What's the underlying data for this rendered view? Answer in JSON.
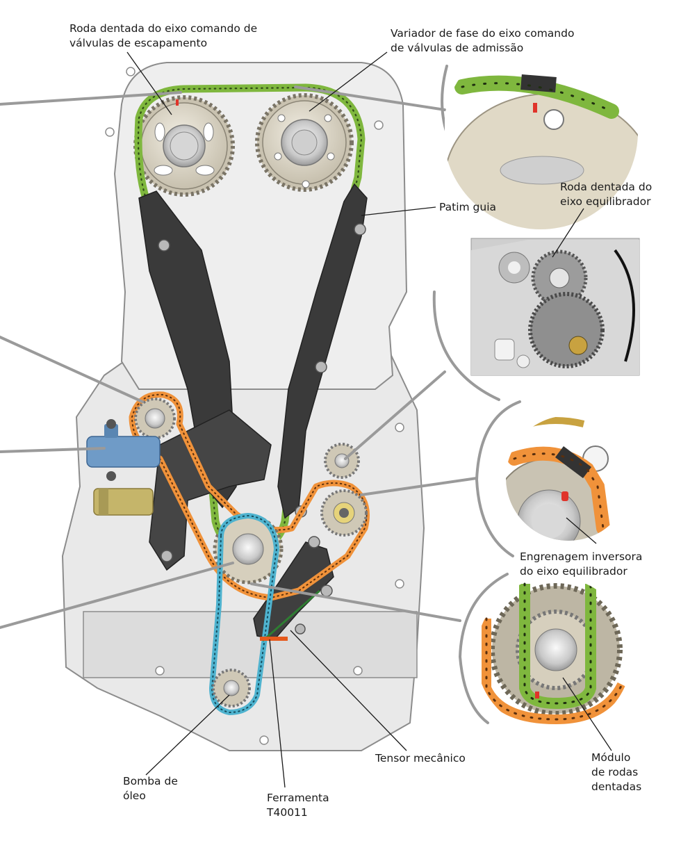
{
  "labels": {
    "exhaust_sprocket": [
      "Roda dentada do eixo comando de",
      "válvulas de escapamento"
    ],
    "intake_phaser": [
      "Variador de fase do eixo comando",
      "de válvulas de admissão"
    ],
    "guide_rail": [
      "Patim guia"
    ],
    "balance_sprocket": [
      "Roda dentada do",
      "eixo equilibrador"
    ],
    "reverse_gear": [
      "Engrenagem inversora",
      "do eixo equilibrador"
    ],
    "tensioner": [
      "Tensor mecânico"
    ],
    "sprocket_module": [
      "Módulo",
      "de rodas",
      "dentadas"
    ],
    "tool": [
      "Ferramenta",
      "T40011"
    ],
    "oil_pump": [
      "Bomba de",
      "óleo"
    ]
  },
  "colors": {
    "engine_block": "#e9e9e9",
    "outline": "#8c8c8c",
    "timing_chain": "#7fb73e",
    "balance_chain": "#f0923a",
    "oil_pump_chain": "#4fb3cf",
    "guide_rails": "#3a3a3a",
    "sprockets": "#d8d3c6",
    "tensioner_body": "#6f9bc7",
    "callout_lines": "#9a9a9a"
  }
}
